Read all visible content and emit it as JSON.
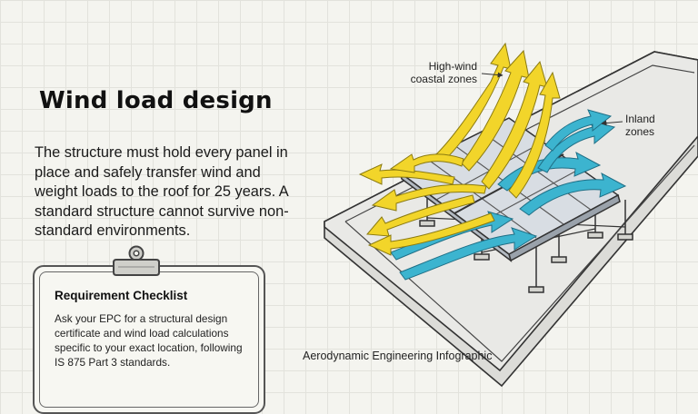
{
  "heading": "Wind load design",
  "intro": "The structure must hold every panel in place and safely transfer wind and weight loads to the roof for 25 years. A standard structure cannot survive non-standard environments.",
  "checklist": {
    "title": "Requirement Checklist",
    "text": "Ask your EPC for a structural design certificate and wind load calculations specific to your exact location, following IS 875 Part 3 standards."
  },
  "diagram": {
    "label_coastal_line1": "High-wind",
    "label_coastal_line2": "coastal zones",
    "label_inland_line1": "Inland",
    "label_inland_line2": "zones",
    "caption": "Aerodynamic Engineering Infographic"
  },
  "colors": {
    "coastal_wind": "#f2d52a",
    "inland_wind": "#3cb4cf",
    "panel": "#d8dde3",
    "roof": "#e9e9e6",
    "outline": "#333333"
  }
}
